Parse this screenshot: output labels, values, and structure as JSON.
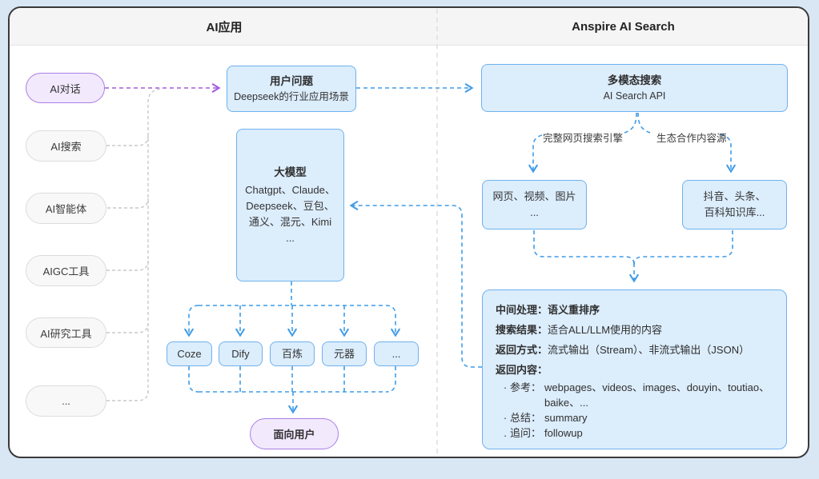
{
  "header": {
    "left_title": "AI应用",
    "right_title": "Anspire AI Search"
  },
  "left_panel": {
    "pills": [
      {
        "label": "AI对话",
        "variant": "purple"
      },
      {
        "label": "AI搜索",
        "variant": "gray"
      },
      {
        "label": "AI智能体",
        "variant": "gray"
      },
      {
        "label": "AIGC工具",
        "variant": "gray"
      },
      {
        "label": "AI研究工具",
        "variant": "gray"
      },
      {
        "label": "...",
        "variant": "gray"
      }
    ]
  },
  "middle": {
    "user_question": {
      "title": "用户问题",
      "subtitle": "Deepseek的行业应用场景"
    },
    "llm_box": {
      "title": "大模型",
      "lines": [
        "Chatgpt、Claude、",
        "Deepseek、豆包、",
        "通义、混元、Kimi",
        "..."
      ]
    },
    "platforms": [
      "Coze",
      "Dify",
      "百炼",
      "元器",
      "..."
    ],
    "end_user": "面向用户"
  },
  "right_panel": {
    "search_box": {
      "title": "多模态搜索",
      "subtitle": "AI Search API"
    },
    "branch_labels": {
      "left": "完整网页搜索引擎",
      "right": "生态合作内容源"
    },
    "web_sources": {
      "line1": "网页、视频、图片",
      "line2": "..."
    },
    "eco_sources": {
      "line1": "抖音、头条、",
      "line2": "百科知识库..."
    },
    "result_box": {
      "rows": [
        {
          "label": "中间处理：",
          "value": "语义重排序"
        },
        {
          "label": "搜索结果：",
          "value": "适合ALL/LLM使用的内容"
        },
        {
          "label": "返回方式：",
          "value": "流式输出（Stream）、非流式输出（JSON）"
        },
        {
          "label": "返回内容：",
          "value": ""
        }
      ],
      "list": [
        {
          "bullet": "·",
          "label": "参考：",
          "value": "webpages、videos、images、douyin、toutiao、baike、..."
        },
        {
          "bullet": "·",
          "label": "总结：",
          "value": "summary"
        },
        {
          "bullet": ".",
          "label": "追问：",
          "value": "followup"
        }
      ]
    }
  },
  "colors": {
    "accent_blue": "#3f9ce8",
    "accent_purple": "#a25ddc",
    "node_fill": "#dcedfc",
    "node_border": "#6fb2ee",
    "purple_fill": "#f2e9fd",
    "purple_border": "#ab7ee6",
    "gray_line": "#c9c9c9",
    "page_background": "#d9e7f5"
  }
}
